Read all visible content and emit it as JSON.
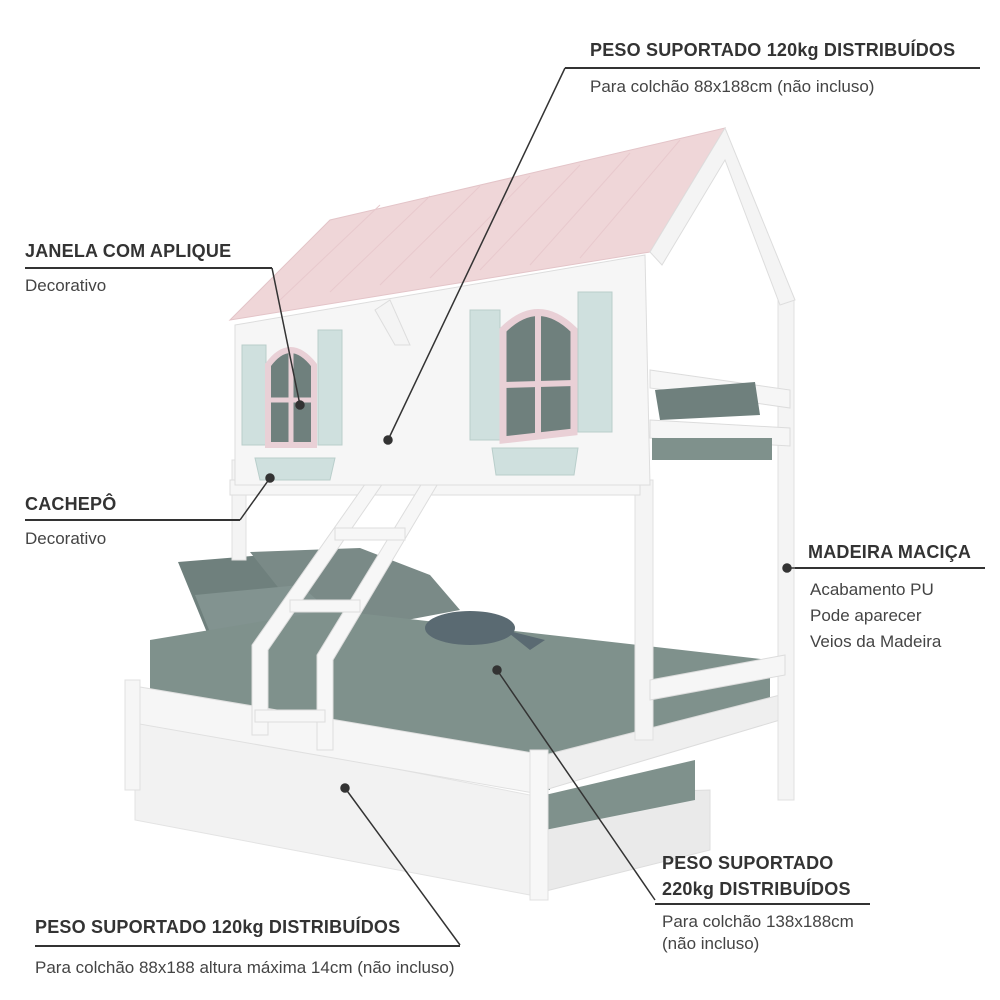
{
  "annotations": {
    "top_bed": {
      "title": "PESO SUPORTADO 120kg DISTRIBUÍDOS",
      "subtitle": "Para colchão 88x188cm (não incluso)"
    },
    "window": {
      "title": "JANELA COM APLIQUE",
      "subtitle": "Decorativo"
    },
    "planter": {
      "title": "CACHEPÔ",
      "subtitle": "Decorativo"
    },
    "wood": {
      "title": "MADEIRA MACIÇA",
      "lines": [
        "Acabamento PU",
        "Pode aparecer",
        "Veios da Madeira"
      ]
    },
    "bottom_bed": {
      "title_lines": [
        "PESO SUPORTADO",
        "220kg DISTRIBUÍDOS"
      ],
      "subtitle_lines": [
        "Para colchão 138x188cm",
        "(não incluso)"
      ]
    },
    "trundle": {
      "title": "PESO SUPORTADO 120kg DISTRIBUÍDOS",
      "subtitle": "Para colchão 88x188 altura máxima 14cm (não incluso)"
    }
  },
  "colors": {
    "frame": "#f4f4f4",
    "roof": "#efd6d8",
    "shutter": "#cfe0de",
    "window_frame": "#e9d0d6",
    "mattress": "#7f918c",
    "pillow": "#6f807d",
    "leader": "#333333"
  }
}
